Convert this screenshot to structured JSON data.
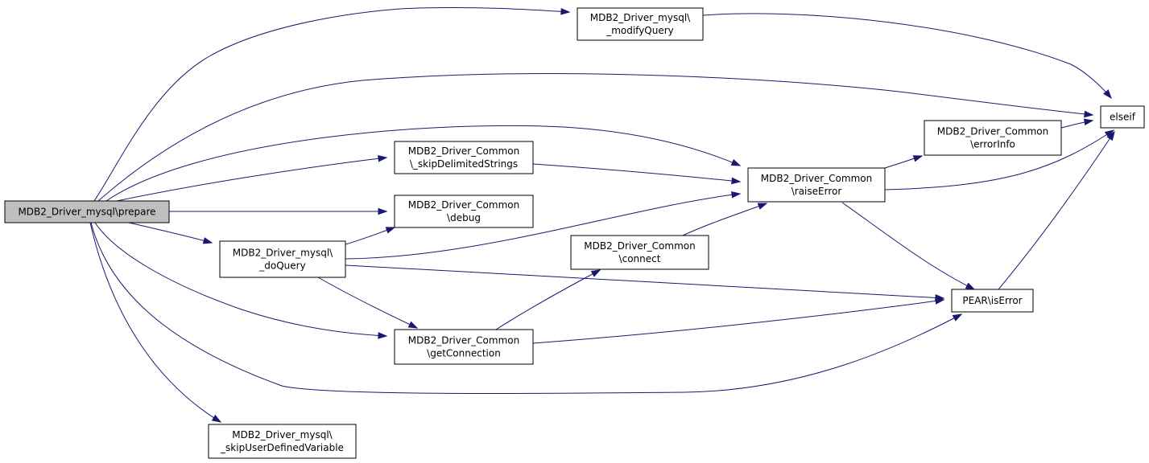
{
  "diagram": {
    "nodes": [
      {
        "id": "prepare",
        "lines": [
          "MDB2_Driver_mysql\\prepare"
        ],
        "highlighted": true
      },
      {
        "id": "modifyQuery",
        "lines": [
          "MDB2_Driver_mysql\\",
          "_modifyQuery"
        ],
        "highlighted": false
      },
      {
        "id": "elseif",
        "lines": [
          "elseif"
        ],
        "highlighted": false
      },
      {
        "id": "skipDelimitedStrings",
        "lines": [
          "MDB2_Driver_Common",
          "\\_skipDelimitedStrings"
        ],
        "highlighted": false
      },
      {
        "id": "debug",
        "lines": [
          "MDB2_Driver_Common",
          "\\debug"
        ],
        "highlighted": false
      },
      {
        "id": "doQuery",
        "lines": [
          "MDB2_Driver_mysql\\",
          "_doQuery"
        ],
        "highlighted": false
      },
      {
        "id": "connect",
        "lines": [
          "MDB2_Driver_Common",
          "\\connect"
        ],
        "highlighted": false
      },
      {
        "id": "raiseError",
        "lines": [
          "MDB2_Driver_Common",
          "\\raiseError"
        ],
        "highlighted": false
      },
      {
        "id": "errorInfo",
        "lines": [
          "MDB2_Driver_Common",
          "\\errorInfo"
        ],
        "highlighted": false
      },
      {
        "id": "getConnection",
        "lines": [
          "MDB2_Driver_Common",
          "\\getConnection"
        ],
        "highlighted": false
      },
      {
        "id": "isError",
        "lines": [
          "PEAR\\isError"
        ],
        "highlighted": false
      },
      {
        "id": "skipUserDefinedVariable",
        "lines": [
          "MDB2_Driver_mysql\\",
          "_skipUserDefinedVariable"
        ],
        "highlighted": false
      }
    ],
    "edges": [
      {
        "from": "prepare",
        "to": "modifyQuery"
      },
      {
        "from": "prepare",
        "to": "elseif"
      },
      {
        "from": "prepare",
        "to": "raiseError"
      },
      {
        "from": "prepare",
        "to": "skipDelimitedStrings"
      },
      {
        "from": "prepare",
        "to": "debug"
      },
      {
        "from": "prepare",
        "to": "doQuery"
      },
      {
        "from": "prepare",
        "to": "getConnection"
      },
      {
        "from": "prepare",
        "to": "isError"
      },
      {
        "from": "prepare",
        "to": "skipUserDefinedVariable"
      },
      {
        "from": "modifyQuery",
        "to": "elseif"
      },
      {
        "from": "skipDelimitedStrings",
        "to": "raiseError"
      },
      {
        "from": "doQuery",
        "to": "debug"
      },
      {
        "from": "doQuery",
        "to": "raiseError"
      },
      {
        "from": "doQuery",
        "to": "getConnection"
      },
      {
        "from": "doQuery",
        "to": "isError"
      },
      {
        "from": "connect",
        "to": "raiseError"
      },
      {
        "from": "getConnection",
        "to": "connect"
      },
      {
        "from": "getConnection",
        "to": "isError"
      },
      {
        "from": "raiseError",
        "to": "errorInfo"
      },
      {
        "from": "raiseError",
        "to": "elseif"
      },
      {
        "from": "raiseError",
        "to": "isError"
      },
      {
        "from": "errorInfo",
        "to": "elseif"
      },
      {
        "from": "isError",
        "to": "elseif"
      }
    ],
    "colors": {
      "node_fill": "#ffffff",
      "node_highlight_fill": "#bfbfbf",
      "node_stroke": "#000000",
      "edge": "#191970"
    }
  }
}
